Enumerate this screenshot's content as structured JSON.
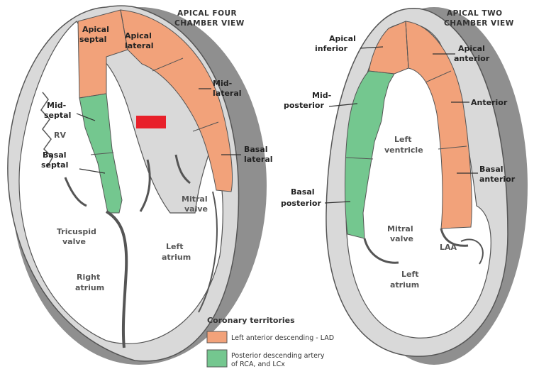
{
  "left_view": {
    "title_line1": "APICAL FOUR",
    "title_line2": "CHAMBER VIEW",
    "labels": {
      "apical_septal_1": "Apical",
      "apical_septal_2": "septal",
      "apical_lateral_1": "Apical",
      "apical_lateral_2": "lateral",
      "mid_lateral_1": "Mid-",
      "mid_lateral_2": "lateral",
      "mid_septal_1": "Mid-",
      "mid_septal_2": "septal",
      "rv": "RV",
      "basal_septal_1": "Basal",
      "basal_septal_2": "septal",
      "basal_lateral_1": "Basal",
      "basal_lateral_2": "lateral",
      "mitral_valve_1": "Mitral",
      "mitral_valve_2": "valve",
      "tricuspid_valve_1": "Tricuspid",
      "tricuspid_valve_2": "valve",
      "left_atrium_1": "Left",
      "left_atrium_2": "atrium",
      "right_atrium_1": "Right",
      "right_atrium_2": "atrium"
    }
  },
  "right_view": {
    "title_line1": "APICAL TWO",
    "title_line2": "CHAMBER VIEW",
    "labels": {
      "apical_inferior_1": "Apical",
      "apical_inferior_2": "inferior",
      "apical_anterior_1": "Apical",
      "apical_anterior_2": "anterior",
      "mid_posterior_1": "Mid-",
      "mid_posterior_2": "posterior",
      "anterior": "Anterior",
      "left_ventricle_1": "Left",
      "left_ventricle_2": "ventricle",
      "basal_posterior_1": "Basal",
      "basal_posterior_2": "posterior",
      "basal_anterior_1": "Basal",
      "basal_anterior_2": "anterior",
      "mitral_valve_1": "Mitral",
      "mitral_valve_2": "valve",
      "laa": "LAA",
      "left_atrium_1": "Left",
      "left_atrium_2": "atrium"
    }
  },
  "legend": {
    "title": "Coronary territories",
    "lad": "Left anterior descending - LAD",
    "pda_line1": "Posterior descending artery",
    "pda_line2": "of RCA, and LCx"
  },
  "colors": {
    "lad": "#f2a27a",
    "pda": "#74c78f",
    "marker": "#e8202a",
    "shell": "#d9d9d9",
    "shadow": "#8f8f8f"
  }
}
